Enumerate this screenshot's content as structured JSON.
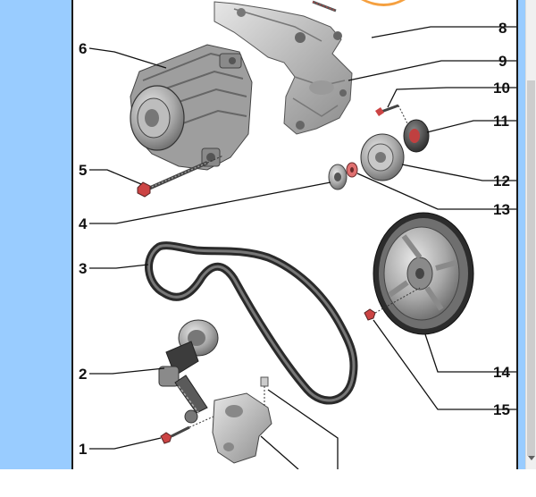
{
  "callouts": [
    {
      "id": "1",
      "label": "1"
    },
    {
      "id": "2",
      "label": "2"
    },
    {
      "id": "3",
      "label": "3"
    },
    {
      "id": "4",
      "label": "4"
    },
    {
      "id": "5",
      "label": "5"
    },
    {
      "id": "6",
      "label": "6"
    },
    {
      "id": "8",
      "label": "8"
    },
    {
      "id": "9",
      "label": "9"
    },
    {
      "id": "10",
      "label": "10"
    },
    {
      "id": "11",
      "label": "11"
    },
    {
      "id": "12",
      "label": "12"
    },
    {
      "id": "13",
      "label": "13"
    },
    {
      "id": "14",
      "label": "14"
    },
    {
      "id": "15",
      "label": "15"
    }
  ],
  "colors": {
    "side_panel": "#99ccff",
    "frame": "#1a1a1a",
    "part_metal": "#b8b8b8",
    "part_dark": "#4a4a4a",
    "belt": "#3a3a3a",
    "accent_orange": "#f5a040",
    "accent_red": "#d24a4a"
  },
  "parts": [
    {
      "name": "alternator",
      "icon": "alternator-icon"
    },
    {
      "name": "mounting-bracket",
      "icon": "bracket-icon"
    },
    {
      "name": "tensioner",
      "icon": "tensioner-icon"
    },
    {
      "name": "drive-belt",
      "icon": "belt-icon"
    },
    {
      "name": "crankshaft-pulley",
      "icon": "pulley-icon"
    },
    {
      "name": "idler-pulley",
      "icon": "idler-icon"
    }
  ]
}
